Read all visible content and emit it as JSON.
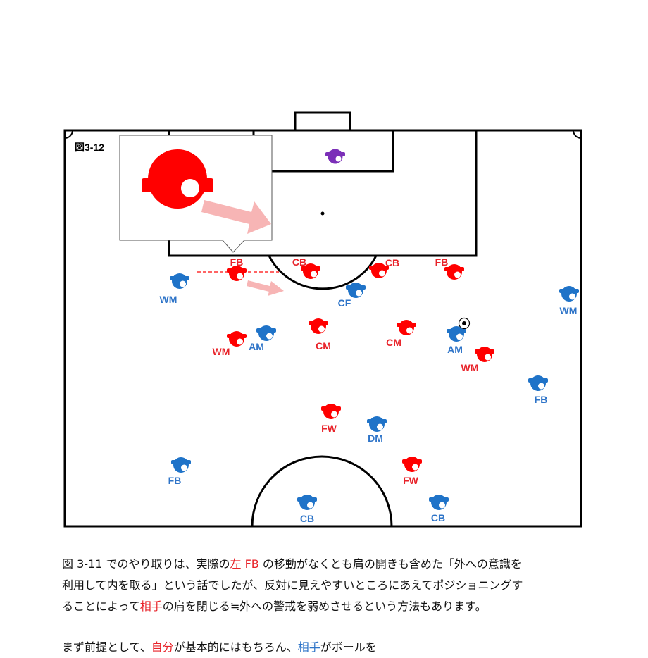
{
  "figure_label": "図3-12",
  "colors": {
    "red_team": "#ff0000",
    "blue_team": "#1f73c8",
    "goalkeeper": "#7b2fb8",
    "red_label": "#e8232a",
    "blue_label": "#2e74c8",
    "arrow": "#f7b5b5"
  },
  "players_red": [
    {
      "role": "FB"
    },
    {
      "role": "CB"
    },
    {
      "role": "CB"
    },
    {
      "role": "FB"
    },
    {
      "role": "CM"
    },
    {
      "role": "CM"
    },
    {
      "role": "WM"
    },
    {
      "role": "WM"
    },
    {
      "role": "FW"
    },
    {
      "role": "FW"
    }
  ],
  "players_blue": [
    {
      "role": "WM"
    },
    {
      "role": "CF"
    },
    {
      "role": "WM"
    },
    {
      "role": "AM"
    },
    {
      "role": "AM"
    },
    {
      "role": "FB"
    },
    {
      "role": "DM"
    },
    {
      "role": "FB"
    },
    {
      "role": "CB"
    },
    {
      "role": "CB"
    }
  ],
  "paragraph": {
    "line1_a": "図 3-11 でのやり取りは、実際の",
    "line1_hl": "左 FB",
    "line1_b": " の移動がなくとも肩の開きも含めた「外への意識を",
    "line2": "利用して内を取る」という話でしたが、反対に見えやすいところにあえてポジショニングす",
    "line3_a": "ることによって",
    "line3_hl": "相手",
    "line3_b": "の肩を閉じる≒外への警戒を弱めさせるという方法もあります。"
  },
  "cut_line": {
    "a": "まず前提として、",
    "hl1": "自分",
    "b": "が基本的にはもちろん、",
    "hl2": "相手",
    "c": "がボールを"
  }
}
